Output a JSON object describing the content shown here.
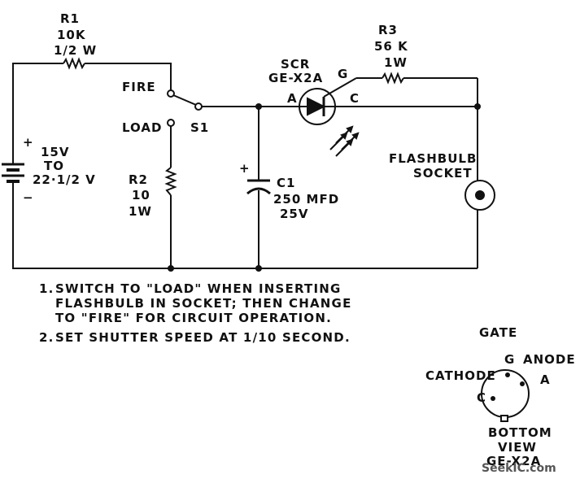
{
  "components": {
    "r1": {
      "name": "R1",
      "value": "10K",
      "rating": "1/2 W"
    },
    "r2": {
      "name": "R2",
      "value": "10",
      "rating": "1W"
    },
    "r3": {
      "name": "R3",
      "value": "56 K",
      "rating": "1W"
    },
    "scr": {
      "name": "SCR",
      "part": "GE-X2A",
      "anode": "A",
      "gate": "G",
      "cathode": "C"
    },
    "switch": {
      "fire": "FIRE",
      "load": "LOAD",
      "name": "S1"
    },
    "battery": {
      "plus": "+",
      "minus": "−",
      "volts": "15V",
      "to": "TO",
      "range": "22·1/2 V"
    },
    "c1": {
      "plus": "+",
      "name": "C1",
      "value": "250 MFD",
      "rating": "25V"
    },
    "socket": {
      "line1": "FLASHBULB",
      "line2": "SOCKET"
    }
  },
  "notes": [
    {
      "num": "1.",
      "lines": [
        "SWITCH TO \"LOAD\" WHEN INSERTING",
        "FLASHBULB IN SOCKET; THEN CHANGE",
        "TO \"FIRE\" FOR CIRCUIT OPERATION."
      ]
    },
    {
      "num": "2.",
      "lines": [
        "SET SHUTTER SPEED AT 1/10 SECOND."
      ]
    }
  ],
  "pinout": {
    "gate_title": "GATE",
    "g": "G",
    "anode": "ANODE",
    "a": "A",
    "cathode": "CATHODE",
    "c": "C",
    "bottom": "BOTTOM",
    "view": "VIEW",
    "part": "GE-X2A"
  },
  "watermark": "SeekIC.com"
}
